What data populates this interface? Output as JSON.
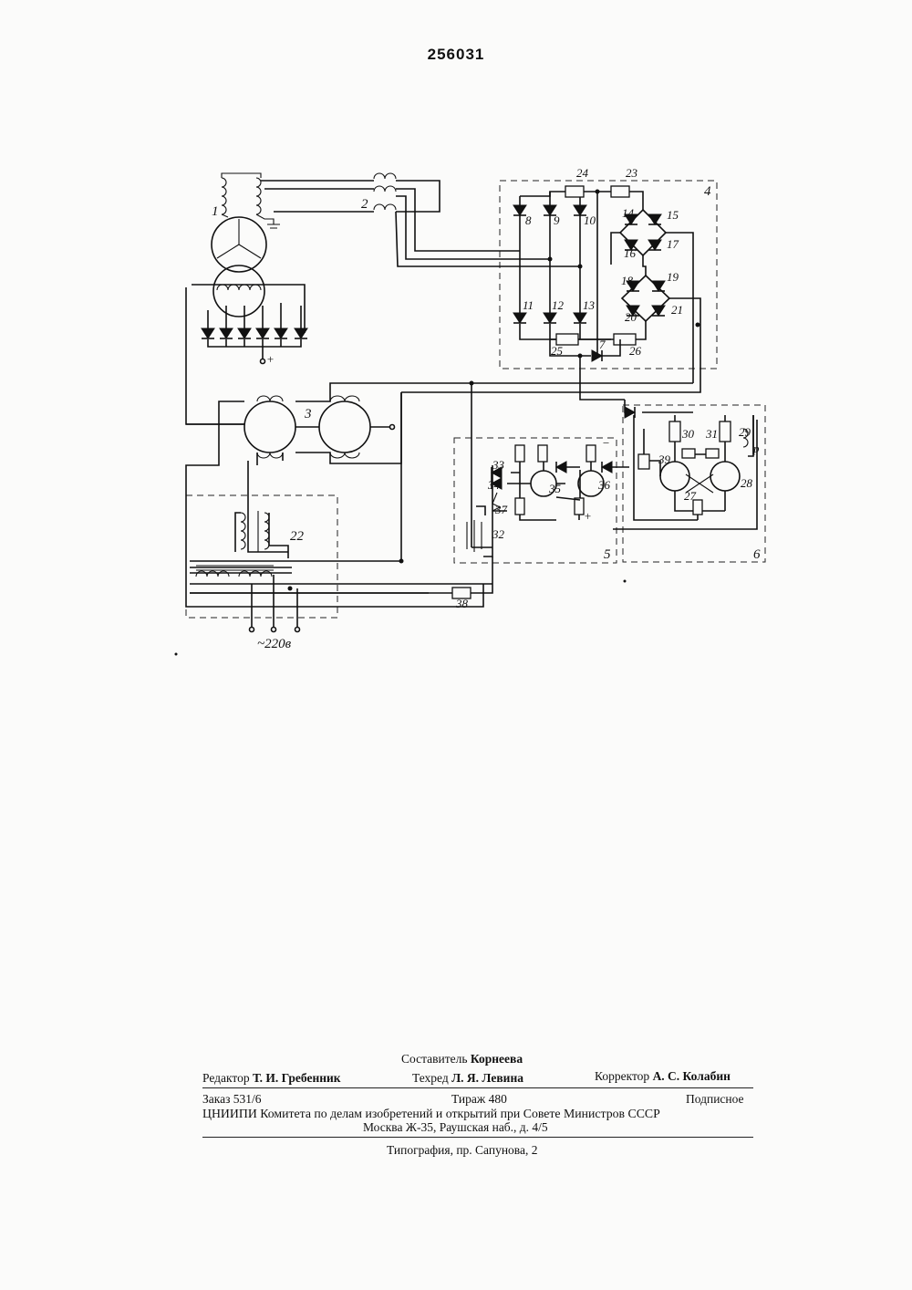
{
  "page_number": "256031",
  "schematic": {
    "labels": {
      "generator": "1",
      "current_transformer": "2",
      "amplidyne": "3",
      "rectifier_block": "4",
      "trigger_block": "5",
      "relay_block": "6",
      "diode_center": "7",
      "d8": "8",
      "d9": "9",
      "d10": "10",
      "d11": "11",
      "d12": "12",
      "d13": "13",
      "d14": "14",
      "d15": "15",
      "d16": "16",
      "d17": "17",
      "d18": "18",
      "d19": "19",
      "d20": "20",
      "d21": "21",
      "transformer_unit": "22",
      "r23": "23",
      "r24": "24",
      "r25": "25",
      "r26": "26",
      "t27": "27",
      "t28": "28",
      "coil29": "29",
      "r30": "30",
      "r31": "31",
      "tr32": "32",
      "d33": "33",
      "d34": "34",
      "t35": "35",
      "t36": "36",
      "d37": "37",
      "r38": "38",
      "r39": "39",
      "relay_contact": "р",
      "plus": "+",
      "minus": "−",
      "supply": "~220в"
    }
  },
  "imprint": {
    "compiler_label": "Составитель",
    "compiler_name": "Корнеева",
    "editor_label": "Редактор",
    "editor_name": "Т. И. Гребенник",
    "tech_label": "Техред",
    "tech_name": "Л. Я. Левина",
    "corrector_label": "Корректор",
    "corrector_name": "А. С. Колабин",
    "order": "Заказ 531/6",
    "circulation": "Тираж 480",
    "subscription": "Подписное",
    "org_line": "ЦНИИПИ Комитета по делам изобретений и открытий при Совете Министров СССР",
    "address": "Москва Ж-35, Раушская наб., д. 4/5",
    "printing_house": "Типография, пр. Сапунова, 2"
  }
}
